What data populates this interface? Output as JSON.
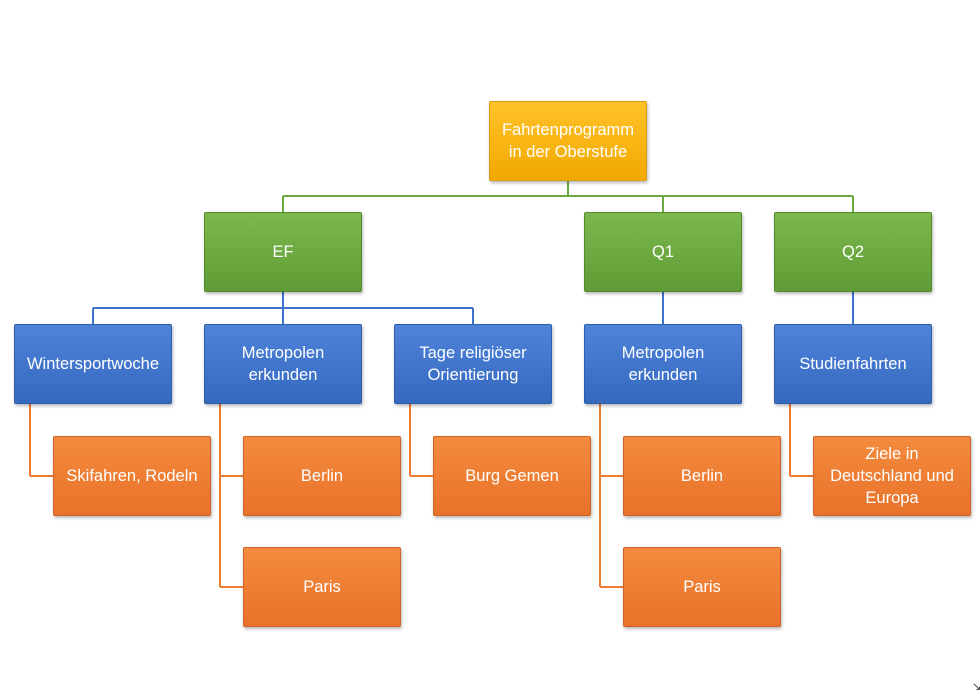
{
  "org_chart": {
    "root": {
      "label": "Fahrtenprogramm\nin der Oberstufe",
      "color": "#f5b40f"
    },
    "levels": [
      {
        "label": "EF",
        "children": [
          {
            "label": "Wintersportwoche",
            "items": [
              "Skifahren, Rodeln"
            ]
          },
          {
            "label": "Metropolen\nerkunden",
            "items": [
              "Berlin",
              "Paris"
            ]
          },
          {
            "label": "Tage religiöser\nOrientierung",
            "items": [
              "Burg Gemen"
            ]
          }
        ]
      },
      {
        "label": "Q1",
        "children": [
          {
            "label": "Metropolen\nerkunden",
            "items": [
              "Berlin",
              "Paris"
            ]
          }
        ]
      },
      {
        "label": "Q2",
        "children": [
          {
            "label": "Studienfahrten",
            "items": [
              "Ziele in\nDeutschland und\nEuropa"
            ]
          }
        ]
      }
    ],
    "colors": {
      "root": "#f5b40f",
      "level": "#6aa842",
      "sub": "#3f74cc",
      "leaf": "#ee7b30",
      "connector_root": "#6aa842",
      "connector_level": "#3f74cc",
      "connector_leaf": "#ee7b30"
    }
  }
}
